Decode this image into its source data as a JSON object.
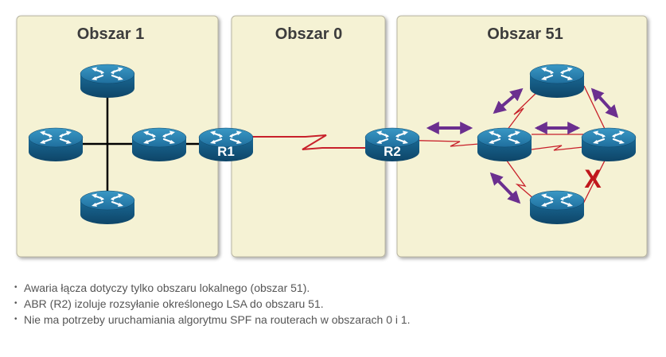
{
  "areas": [
    {
      "title": "Obszar 1"
    },
    {
      "title": "Obszar 0"
    },
    {
      "title": "Obszar 51"
    }
  ],
  "routers": {
    "r1_label": "R1",
    "r2_label": "R2"
  },
  "failure_mark": "X",
  "colors": {
    "area_bg": "#f5f2d4",
    "area_border": "#b9b6a2",
    "router_top": "#2c84b0",
    "router_body": "#155b83",
    "serial_link": "#c8202a",
    "ethernet_link": "#000000",
    "lsa_arrow": "#6b2f8f",
    "failure_mark": "#c0171c"
  },
  "bullets": [
    "Awaria łącza dotyczy tylko obszaru lokalnego (obszar 51).",
    "ABR (R2) izoluje rozsyłanie określonego LSA do obszaru 51.",
    "Nie ma potrzeby uruchamiania algorytmu SPF na routerach w obszarach 0 i 1."
  ]
}
